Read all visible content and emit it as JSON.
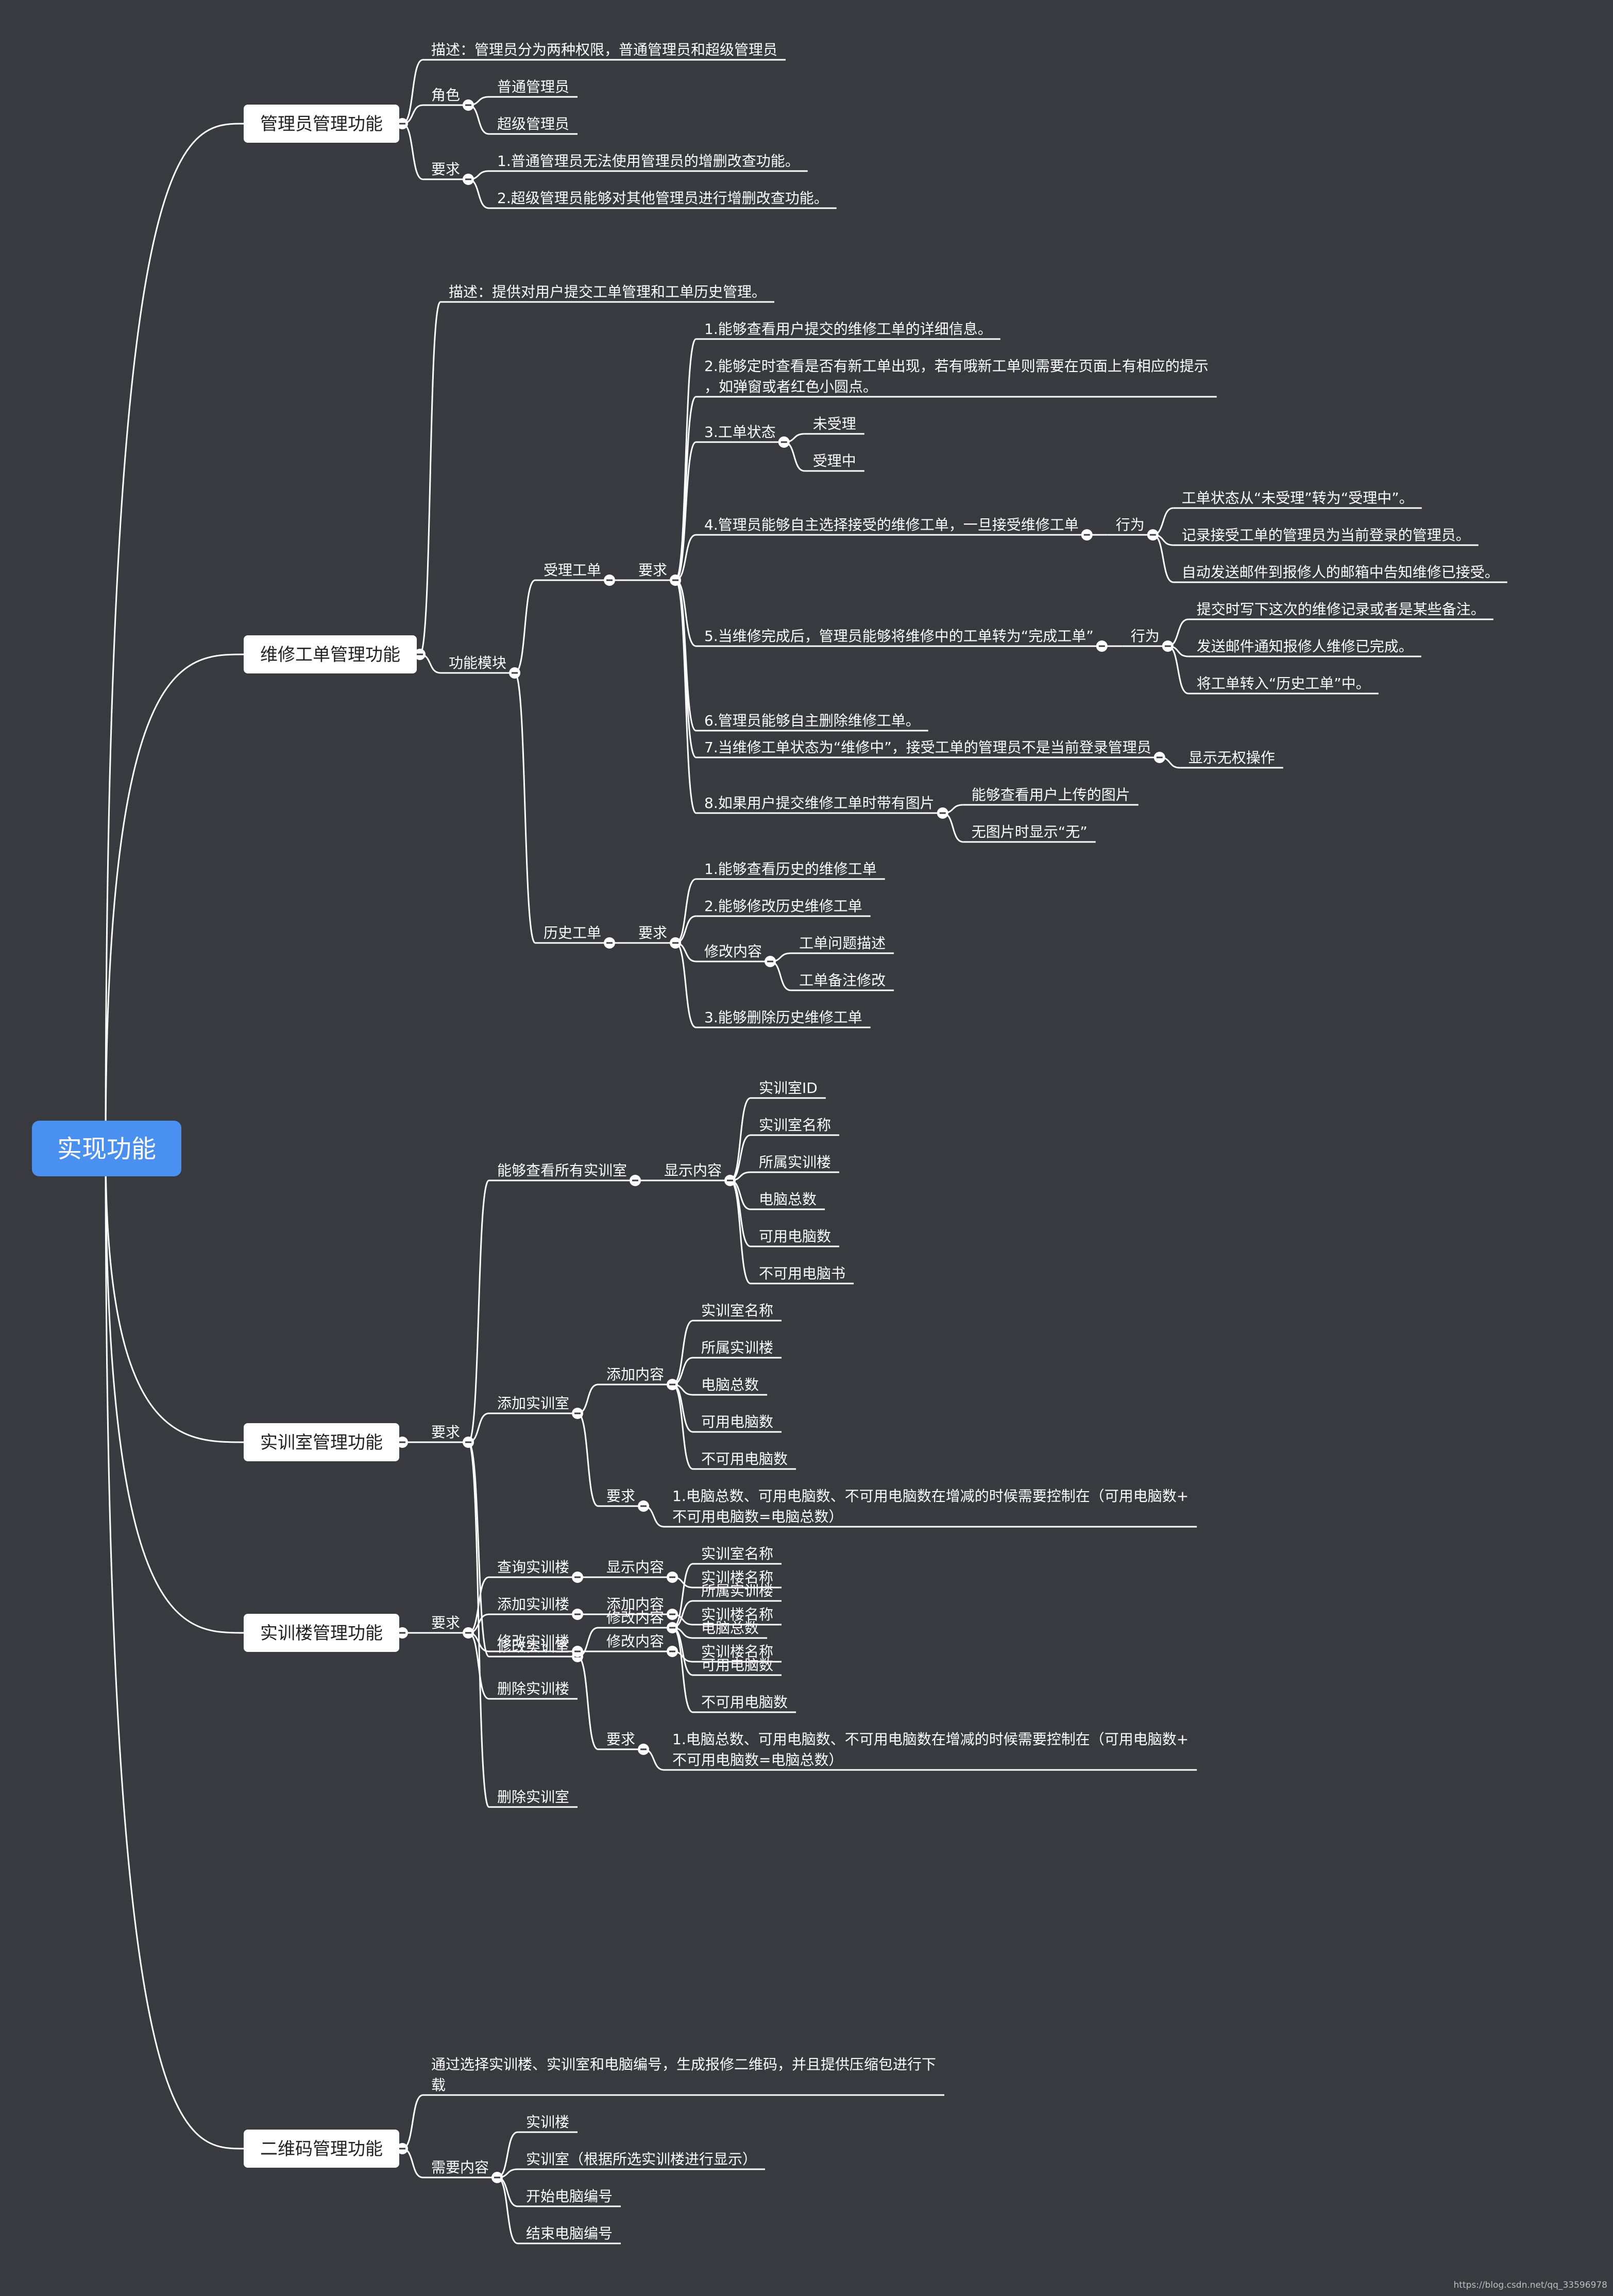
{
  "root": "实现功能",
  "watermark": "https://blog.csdn.net/qq_33596978",
  "branches": [
    {
      "label": "管理员管理功能",
      "children": [
        {
          "label": "描述：管理员分为两种权限，普通管理员和超级管理员"
        },
        {
          "label": "角色",
          "children": [
            {
              "label": "普通管理员"
            },
            {
              "label": "超级管理员"
            }
          ]
        },
        {
          "label": "要求",
          "children": [
            {
              "label": "1.普通管理员无法使用管理员的增删改查功能。"
            },
            {
              "label": "2.超级管理员能够对其他管理员进行增删改查功能。"
            }
          ]
        }
      ]
    },
    {
      "label": "维修工单管理功能",
      "children": [
        {
          "label": "描述：提供对用户提交工单管理和工单历史管理。"
        },
        {
          "label": "功能模块",
          "children": [
            {
              "label": "受理工单",
              "children": [
                {
                  "label": "要求",
                  "children": [
                    {
                      "label": "1.能够查看用户提交的维修工单的详细信息。"
                    },
                    {
                      "label": "2.能够定时查看是否有新工单出现，若有哦新工单则需要在页面上有相应的提示\n，如弹窗或者红色小圆点。"
                    },
                    {
                      "label": "3.工单状态",
                      "children": [
                        {
                          "label": "未受理"
                        },
                        {
                          "label": "受理中"
                        }
                      ]
                    },
                    {
                      "label": "4.管理员能够自主选择接受的维修工单，一旦接受维修工单",
                      "children": [
                        {
                          "label": "行为",
                          "children": [
                            {
                              "label": "工单状态从“未受理”转为“受理中”。"
                            },
                            {
                              "label": "记录接受工单的管理员为当前登录的管理员。"
                            },
                            {
                              "label": "自动发送邮件到报修人的邮箱中告知维修已接受。"
                            }
                          ]
                        }
                      ]
                    },
                    {
                      "label": "5.当维修完成后，管理员能够将维修中的工单转为“完成工单”",
                      "children": [
                        {
                          "label": "行为",
                          "children": [
                            {
                              "label": "提交时写下这次的维修记录或者是某些备注。"
                            },
                            {
                              "label": "发送邮件通知报修人维修已完成。"
                            },
                            {
                              "label": "将工单转入“历史工单”中。"
                            }
                          ]
                        }
                      ]
                    },
                    {
                      "label": "6.管理员能够自主删除维修工单。"
                    },
                    {
                      "label": "7.当维修工单状态为“维修中”，接受工单的管理员不是当前登录管理员",
                      "children": [
                        {
                          "label": "显示无权操作"
                        }
                      ]
                    },
                    {
                      "label": "8.如果用户提交维修工单时带有图片",
                      "children": [
                        {
                          "label": "能够查看用户上传的图片"
                        },
                        {
                          "label": "无图片时显示“无”"
                        }
                      ]
                    }
                  ]
                }
              ]
            },
            {
              "label": "历史工单",
              "children": [
                {
                  "label": "要求",
                  "children": [
                    {
                      "label": "1.能够查看历史的维修工单"
                    },
                    {
                      "label": "2.能够修改历史维修工单"
                    },
                    {
                      "label": "修改内容",
                      "children": [
                        {
                          "label": "工单问题描述"
                        },
                        {
                          "label": "工单备注修改"
                        }
                      ]
                    },
                    {
                      "label": "3.能够删除历史维修工单"
                    }
                  ]
                }
              ]
            }
          ]
        }
      ]
    },
    {
      "label": "实训室管理功能",
      "children": [
        {
          "label": "要求",
          "children": [
            {
              "label": "能够查看所有实训室",
              "children": [
                {
                  "label": "显示内容",
                  "children": [
                    {
                      "label": "实训室ID"
                    },
                    {
                      "label": "实训室名称"
                    },
                    {
                      "label": "所属实训楼"
                    },
                    {
                      "label": "电脑总数"
                    },
                    {
                      "label": "可用电脑数"
                    },
                    {
                      "label": "不可用电脑书"
                    }
                  ]
                }
              ]
            },
            {
              "label": "添加实训室",
              "children": [
                {
                  "label": "添加内容",
                  "children": [
                    {
                      "label": "实训室名称"
                    },
                    {
                      "label": "所属实训楼"
                    },
                    {
                      "label": "电脑总数"
                    },
                    {
                      "label": "可用电脑数"
                    },
                    {
                      "label": "不可用电脑数"
                    }
                  ]
                },
                {
                  "label": "要求",
                  "children": [
                    {
                      "label": "1.电脑总数、可用电脑数、不可用电脑数在增减的时候需要控制在（可用电脑数+\n不可用电脑数=电脑总数）"
                    }
                  ]
                }
              ]
            },
            {
              "label": "修改实训室",
              "children": [
                {
                  "label": "修改内容",
                  "children": [
                    {
                      "label": "实训室名称"
                    },
                    {
                      "label": "所属实训楼"
                    },
                    {
                      "label": "电脑总数"
                    },
                    {
                      "label": "可用电脑数"
                    },
                    {
                      "label": "不可用电脑数"
                    }
                  ]
                },
                {
                  "label": "要求",
                  "children": [
                    {
                      "label": "1.电脑总数、可用电脑数、不可用电脑数在增减的时候需要控制在（可用电脑数+\n不可用电脑数=电脑总数）"
                    }
                  ]
                }
              ]
            },
            {
              "label": "删除实训室"
            }
          ]
        }
      ]
    },
    {
      "label": "实训楼管理功能",
      "children": [
        {
          "label": "要求",
          "children": [
            {
              "label": "查询实训楼",
              "children": [
                {
                  "label": "显示内容",
                  "children": [
                    {
                      "label": "实训楼名称"
                    }
                  ]
                }
              ]
            },
            {
              "label": "添加实训楼",
              "children": [
                {
                  "label": "添加内容",
                  "children": [
                    {
                      "label": "实训楼名称"
                    }
                  ]
                }
              ]
            },
            {
              "label": "修改实训楼",
              "children": [
                {
                  "label": "修改内容",
                  "children": [
                    {
                      "label": "实训楼名称"
                    }
                  ]
                }
              ]
            },
            {
              "label": "删除实训楼"
            }
          ]
        }
      ]
    },
    {
      "label": "二维码管理功能",
      "children": [
        {
          "label": "通过选择实训楼、实训室和电脑编号，生成报修二维码，并且提供压缩包进行下\n载"
        },
        {
          "label": "需要内容",
          "children": [
            {
              "label": "实训楼"
            },
            {
              "label": "实训室（根据所选实训楼进行显示）"
            },
            {
              "label": "开始电脑编号"
            },
            {
              "label": "结束电脑编号"
            }
          ]
        }
      ]
    }
  ]
}
